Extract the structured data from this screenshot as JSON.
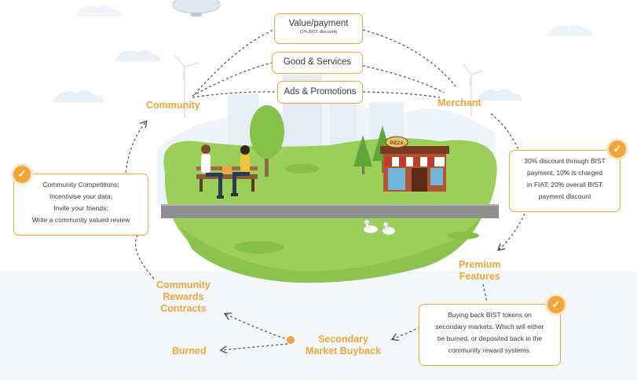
{
  "flows": {
    "value_payment": "Value/payment",
    "value_payment_note": "(2% BIST discount)",
    "goods_services": "Good & Services",
    "ads_promotions": "Ads & Promotions"
  },
  "nodes": {
    "community": "Community",
    "merchant": "Merchant",
    "premium": [
      "Premium",
      "Features"
    ],
    "secondary": [
      "Secondary",
      "Market Buyback"
    ],
    "rewards": [
      "Community",
      "Rewards",
      "Contracts"
    ],
    "burned": "Burned"
  },
  "descriptions": {
    "community": [
      "Community Competitions;",
      "Incentivise your data;",
      "Invite your friends;",
      "Write a community valued review"
    ],
    "merchant": [
      "30% discount through BIST",
      "payment, 10% is charged",
      "in FIAT; 20% overall BIST",
      "payment discount"
    ],
    "buyback": [
      "Buying back BIST tokens on",
      "secondary markets. Which will either",
      "be burned, or deposited back in the",
      "community reward systems."
    ]
  },
  "shop_sign": "PIZZA",
  "icons": [
    "blimp-icon",
    "check-icon",
    "windmill-icon",
    "tree-icon",
    "bench-icon",
    "duck-icon",
    "pizza-shop-icon"
  ],
  "colors": {
    "accent": "#f0a63a",
    "grass": "#9ccf5a",
    "sky": "#e8f1f8",
    "road": "#8f8f8f",
    "text": "#3b3b3b"
  }
}
